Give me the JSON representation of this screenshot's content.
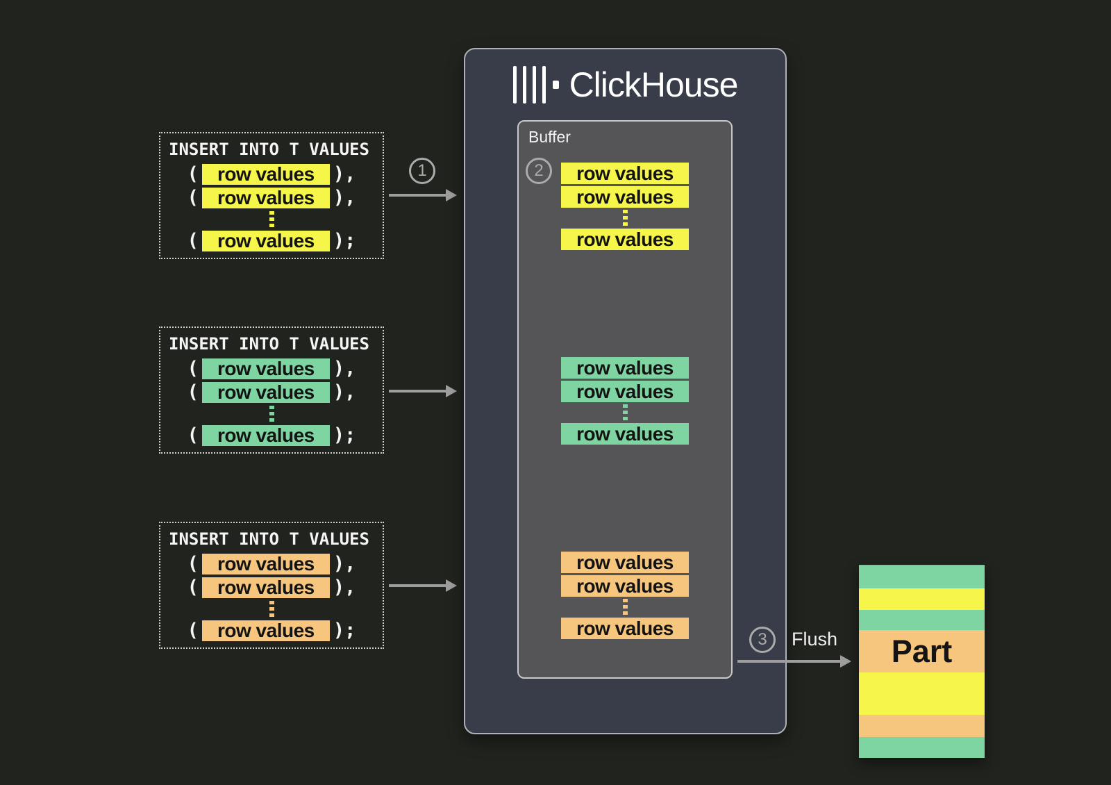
{
  "colors": {
    "bg": "#21231e",
    "panel_bg": "#383d49",
    "panel_border": "#aeb2b8",
    "buffer_bg": "#555557",
    "buffer_border": "#c9c9c9",
    "arrow": "#9e9e9e",
    "step": "#ababab",
    "yellow": "#f6f64a",
    "green": "#7fd5a2",
    "orange": "#f6c67e"
  },
  "clickhouse": {
    "title": "ClickHouse",
    "logo_icon": "clickhouse-logo"
  },
  "inserts": [
    {
      "title": "INSERT INTO T VALUES",
      "color": "yellow",
      "rows": [
        {
          "pre": "(",
          "label": "row values",
          "post": "),"
        },
        {
          "pre": "(",
          "label": "row values",
          "post": "),"
        },
        {
          "pre": "(",
          "label": "row values",
          "post": ");"
        }
      ]
    },
    {
      "title": "INSERT INTO T VALUES",
      "color": "green",
      "rows": [
        {
          "pre": "(",
          "label": "row values",
          "post": "),"
        },
        {
          "pre": "(",
          "label": "row values",
          "post": "),"
        },
        {
          "pre": "(",
          "label": "row values",
          "post": ");"
        }
      ]
    },
    {
      "title": "INSERT INTO T VALUES",
      "color": "orange",
      "rows": [
        {
          "pre": "(",
          "label": "row values",
          "post": "),"
        },
        {
          "pre": "(",
          "label": "row values",
          "post": "),"
        },
        {
          "pre": "(",
          "label": "row values",
          "post": ");"
        }
      ]
    }
  ],
  "buffer": {
    "label": "Buffer",
    "groups": [
      {
        "color": "yellow",
        "rows": [
          "row values",
          "row values",
          "row values"
        ]
      },
      {
        "color": "green",
        "rows": [
          "row values",
          "row values",
          "row values"
        ]
      },
      {
        "color": "orange",
        "rows": [
          "row values",
          "row values",
          "row values"
        ]
      }
    ]
  },
  "steps": {
    "one": "1",
    "two": "2",
    "three": "3"
  },
  "flush": {
    "label": "Flush"
  },
  "part": {
    "label": "Part",
    "stripes": [
      {
        "color": "green",
        "h": 33
      },
      {
        "color": "yellow",
        "h": 31
      },
      {
        "color": "green",
        "h": 29
      },
      {
        "color": "orange",
        "h": 62
      },
      {
        "color": "yellow",
        "h": 61
      },
      {
        "color": "orange",
        "h": 32
      },
      {
        "color": "green",
        "h": 30
      }
    ]
  }
}
